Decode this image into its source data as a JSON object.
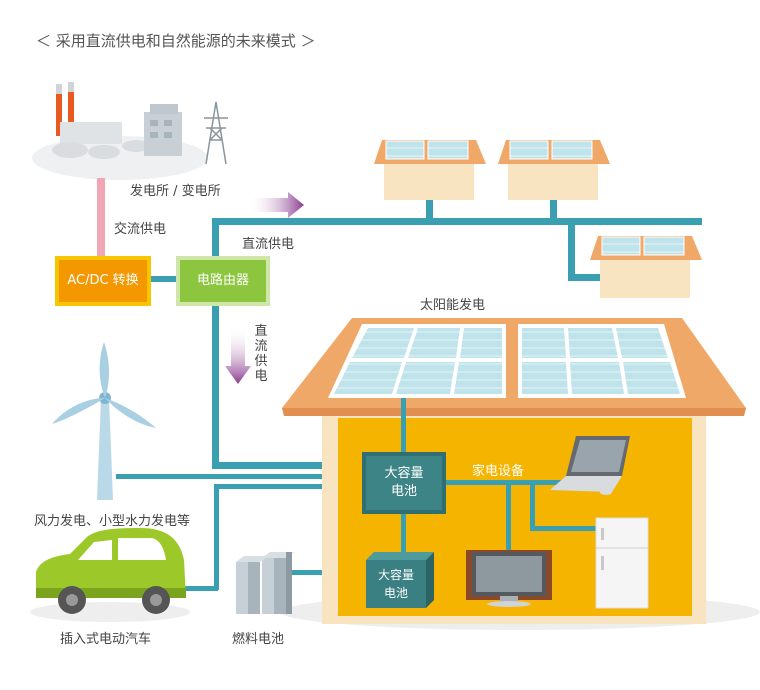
{
  "title": "＜ 采用直流供电和自然能源的未来模式 ＞",
  "labels": {
    "power_station": "发电所 / 变电所",
    "ac_supply": "交流供电",
    "dc_supply": "直流供电",
    "dc_supply_vertical": "直流供电",
    "acdc_converter": "AC/DC 转换",
    "router": "电路由器",
    "solar_generation": "太阳能发电",
    "large_battery_1": "大容量\n电池",
    "large_battery_2": "大容量\n电池",
    "appliances": "家电设备",
    "wind_hydro": "风力发电、小型水力发电等",
    "ev": "插入式电动汽车",
    "fuel_cell": "燃料电池"
  },
  "colors": {
    "dc_line": "#3a9fb0",
    "ac_line": "#f0a0b0",
    "converter": "#f39800",
    "router": "#8cc63f",
    "battery": "#3a7f82",
    "house_interior": "#f5b400",
    "roof": "#f0a868",
    "arrow": "#9a3e9a"
  }
}
